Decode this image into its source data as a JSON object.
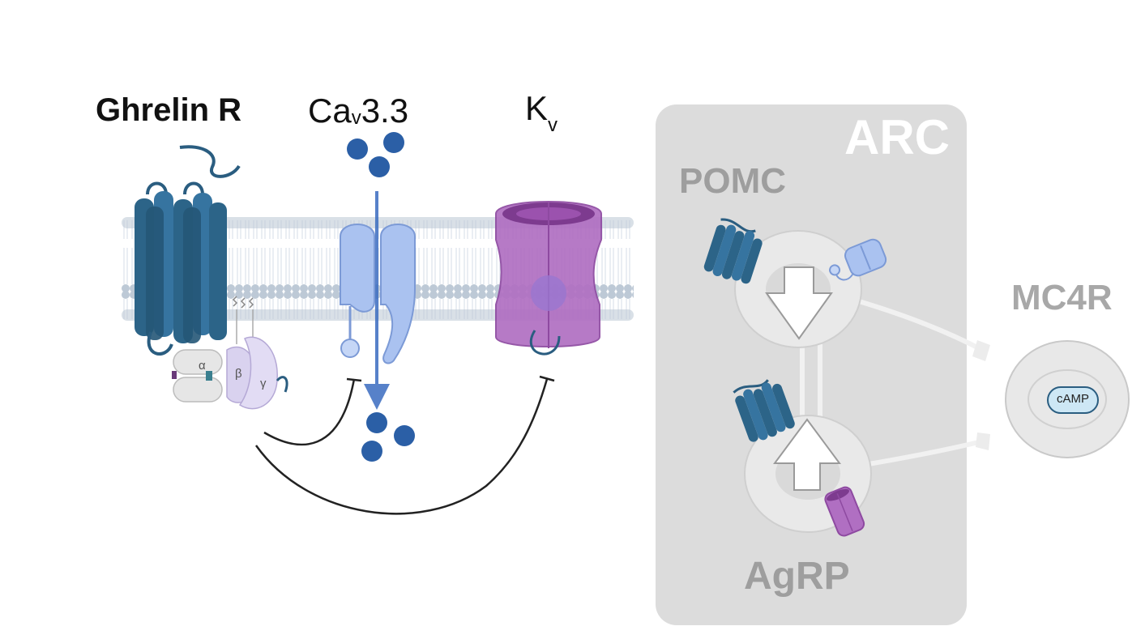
{
  "labels": {
    "ghrelin_receptor": "Ghrelin R",
    "cav_main": "Ca",
    "cav_sub": "v",
    "cav_rest": "3.3",
    "kv_main": "K",
    "kv_sub": "v",
    "arc": "ARC",
    "pomc": "POMC",
    "agrp": "AgRP",
    "mc4r": "MC4R",
    "camp": "cAMP",
    "g_alpha": "α",
    "g_beta": "β",
    "g_gamma": "γ"
  },
  "colors": {
    "gpcr": "#2c6488",
    "cav_channel": "#a9c1ef",
    "kv_channel": "#a765b5",
    "calcium_ion": "#2b5fa6",
    "arc_box": "#dcdcdc",
    "membrane": "#c7d2de",
    "inhibition_line": "#222222"
  },
  "icons": {
    "ghrelin_receptor": "7-transmembrane-gpcr-icon",
    "g_protein": "heterotrimeric-g-protein-icon",
    "cav_channel": "calcium-channel-icon",
    "kv_channel": "potassium-channel-icon",
    "ions": "calcium-ion-icon",
    "neuron": "neuron-cell-icon",
    "arrow": "block-arrow-icon"
  }
}
